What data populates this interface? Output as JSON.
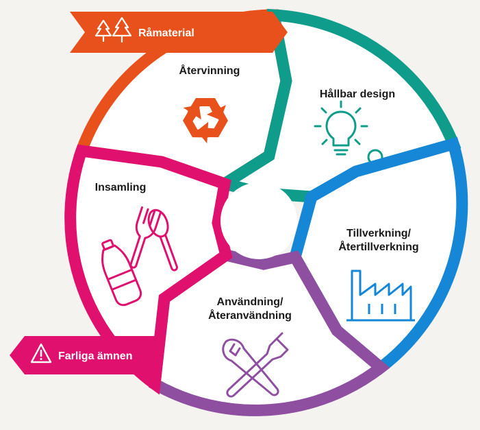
{
  "diagram": {
    "segments": {
      "atervinning": {
        "label": "Återvinning",
        "color": "#e8501c",
        "icon": "recycle-icon"
      },
      "hallbar_design": {
        "label": "Hållbar design",
        "color": "#0f9c8a",
        "icon": "lightbulb-person-icon"
      },
      "tillverkning": {
        "label_line1": "Tillverkning/",
        "label_line2": "Återtillverkning",
        "color": "#1587d6",
        "icon": "factory-icon"
      },
      "anvandning": {
        "label_line1": "Användning/",
        "label_line2": "Återanvändning",
        "color": "#8e4fa0",
        "icon": "tools-icon"
      },
      "insamling": {
        "label": "Insamling",
        "color": "#e0116e",
        "icon": "bottle-cutlery-icon"
      }
    },
    "banners": {
      "ramaterial": {
        "label": "Råmaterial",
        "color": "#e8501c",
        "icon": "trees-icon"
      },
      "farliga": {
        "label": "Farliga ämnen",
        "color": "#e0116e",
        "icon": "warning-icon"
      }
    }
  }
}
